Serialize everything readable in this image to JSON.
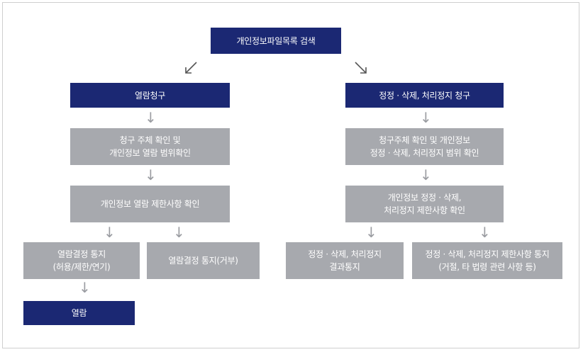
{
  "colors": {
    "dark_box": "#1b2873",
    "gray_box": "#a7a9ae",
    "arrow": "#9a9ca1",
    "frame_border": "#cfcfcf"
  },
  "root": {
    "label": "개인정보파일목록 검색"
  },
  "left": {
    "header": "열람청구",
    "step1": {
      "line1": "청구 주체 확인 및",
      "line2": "개인정보 열람 범위확인"
    },
    "step2": "개인정보 열람 제한사항 확인",
    "result_a": {
      "line1": "열람결정 통지",
      "line2": "(허용/제한/연기)"
    },
    "result_b": "열람결정 통지(거부)",
    "final": "열람"
  },
  "right": {
    "header": "정정 · 삭제, 처리정지 청구",
    "step1": {
      "line1": "청구주체 확인 및 개인정보",
      "line2": "정정 · 삭제, 처리정지 범위 확인"
    },
    "step2": {
      "line1": "개인정보 정정 · 삭제,",
      "line2": "처리정지 제한사항 확인"
    },
    "result_a": {
      "line1": "정정 · 삭제, 처리정지",
      "line2": "결과통지"
    },
    "result_b": {
      "line1": "정정 · 삭제, 처리정지 제한사항 통지",
      "line2": "(거절, 타 법령 관련 사항 등)"
    }
  },
  "icons": {
    "down_arrow": "arrow-down-icon",
    "diagonal_left": "arrow-down-left-icon",
    "diagonal_right": "arrow-down-right-icon"
  }
}
